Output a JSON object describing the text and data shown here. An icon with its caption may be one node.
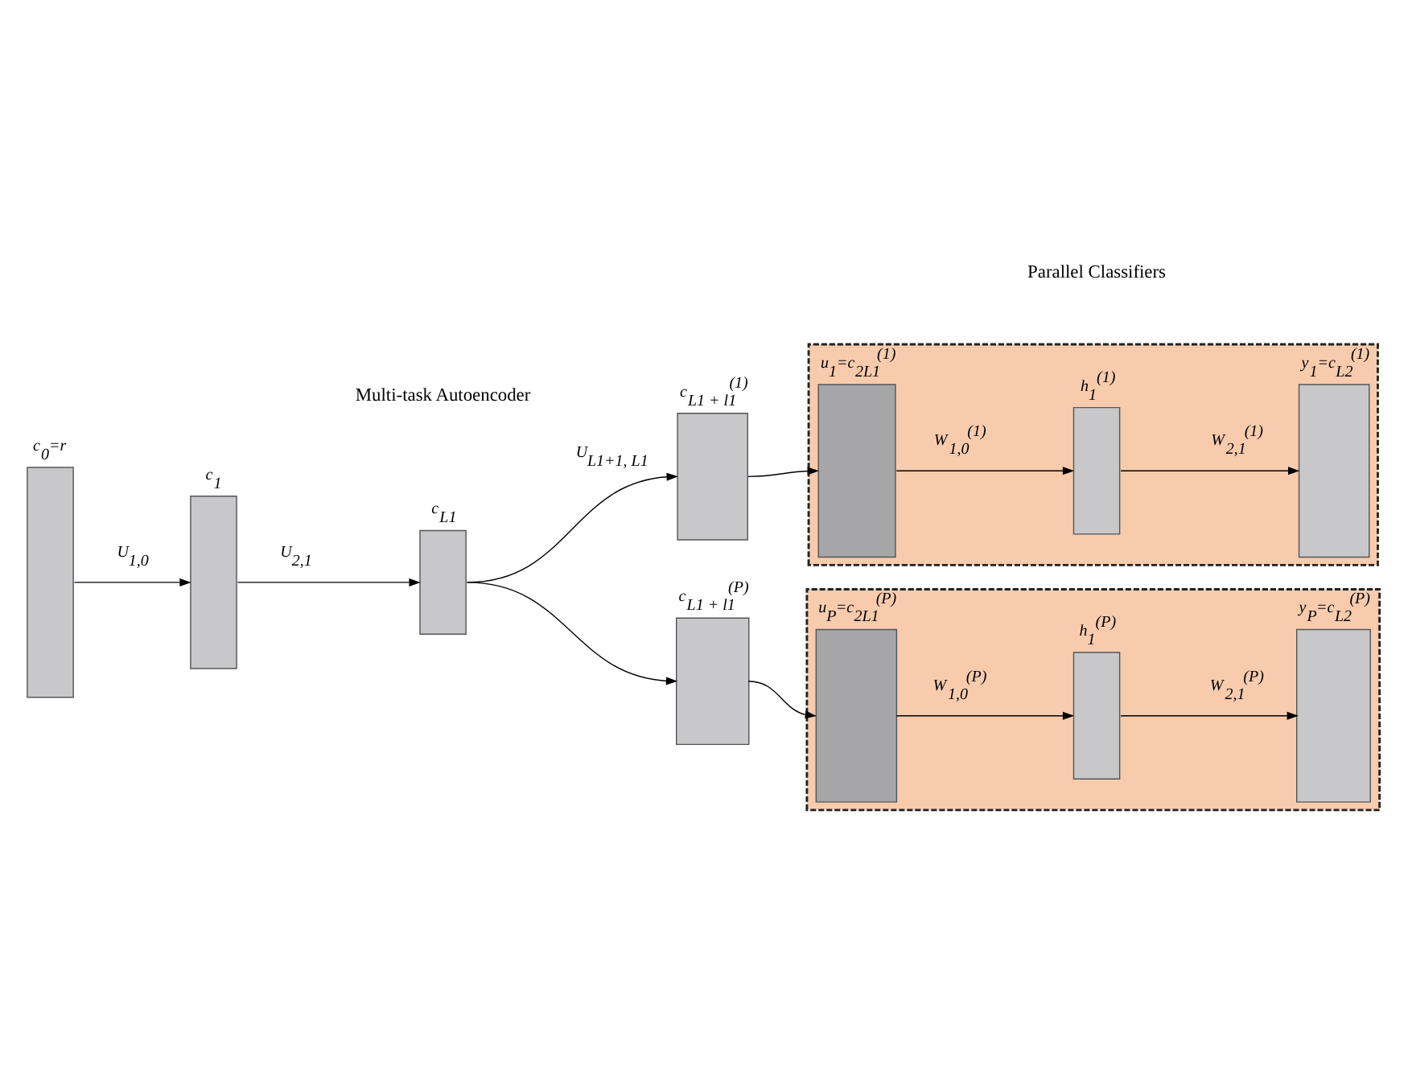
{
  "diagram": {
    "nodes": [
      {
        "text": [],
        "shape": "bar",
        "beside": [
          "c$_{0}$=r"
        ]
      },
      {
        "text": [],
        "shape": "bar",
        "beside": [
          "c$_{1}$"
        ]
      },
      {
        "text": [],
        "shape": "bar",
        "beside": [
          "c$_{L1}$"
        ]
      },
      {
        "text": [],
        "shape": "bar",
        "beside": [
          "c$_{L1 + l1}$$^{(1)}$"
        ]
      },
      {
        "text": [],
        "shape": "bar",
        "beside": [
          "c$_{L1 + l1}$$^{(P)}$"
        ]
      },
      {
        "text": [],
        "shape": "box"
      },
      {
        "text": [],
        "shape": "bar",
        "in": 5,
        "beside": [
          "u$_{1}$=c$_{2L1}$$^{(1)}$"
        ]
      },
      {
        "text": [],
        "shape": "bar",
        "in": 5,
        "beside": [
          "h$_{1}$$^{(1)}$"
        ]
      },
      {
        "text": [],
        "shape": "bar",
        "in": 5,
        "beside": [
          "y$_{1}$=c$_{L2}$$^{(1)}$"
        ]
      },
      {
        "text": [],
        "shape": "box"
      },
      {
        "text": [],
        "shape": "bar",
        "in": 9,
        "beside": [
          "u$_{P}$=c$_{2L1}$$^{(P)}$"
        ]
      },
      {
        "text": [],
        "shape": "bar",
        "in": 9,
        "beside": [
          "h$_{1}$$^{(P)}$"
        ]
      },
      {
        "text": [],
        "shape": "bar",
        "in": 9,
        "beside": [
          "y$_{P}$=c$_{L2}$$^{(P)}$"
        ]
      }
    ],
    "edges": [
      {
        "from": 0,
        "to": 1,
        "arrow": "to",
        "label": "U$_{1,0}$"
      },
      {
        "from": 1,
        "to": 2,
        "arrow": "to",
        "label": "U$_{2,1}$"
      },
      {
        "from": 2,
        "to": 3,
        "arrow": "to",
        "label": "U$_{L1+1, L1}$"
      },
      {
        "from": 2,
        "to": 4,
        "arrow": "to"
      },
      {
        "from": 3,
        "to": 6,
        "arrow": "to"
      },
      {
        "from": 4,
        "to": 10,
        "arrow": "to"
      },
      {
        "from": 6,
        "to": 7,
        "arrow": "to",
        "label": "W$_{1,0}$$^{(1)}$"
      },
      {
        "from": 7,
        "to": 8,
        "arrow": "to",
        "label": "W$_{2,1}$$^{(1)}$"
      },
      {
        "from": 10,
        "to": 11,
        "arrow": "to",
        "label": "W$_{1,0}$$^{(P)}$"
      },
      {
        "from": 11,
        "to": 12,
        "arrow": "to",
        "label": "W$_{2,1}$$^{(P)}$"
      }
    ],
    "labels": [
      "Multi-task Autoencoder",
      "Parallel Classifiers"
    ]
  }
}
